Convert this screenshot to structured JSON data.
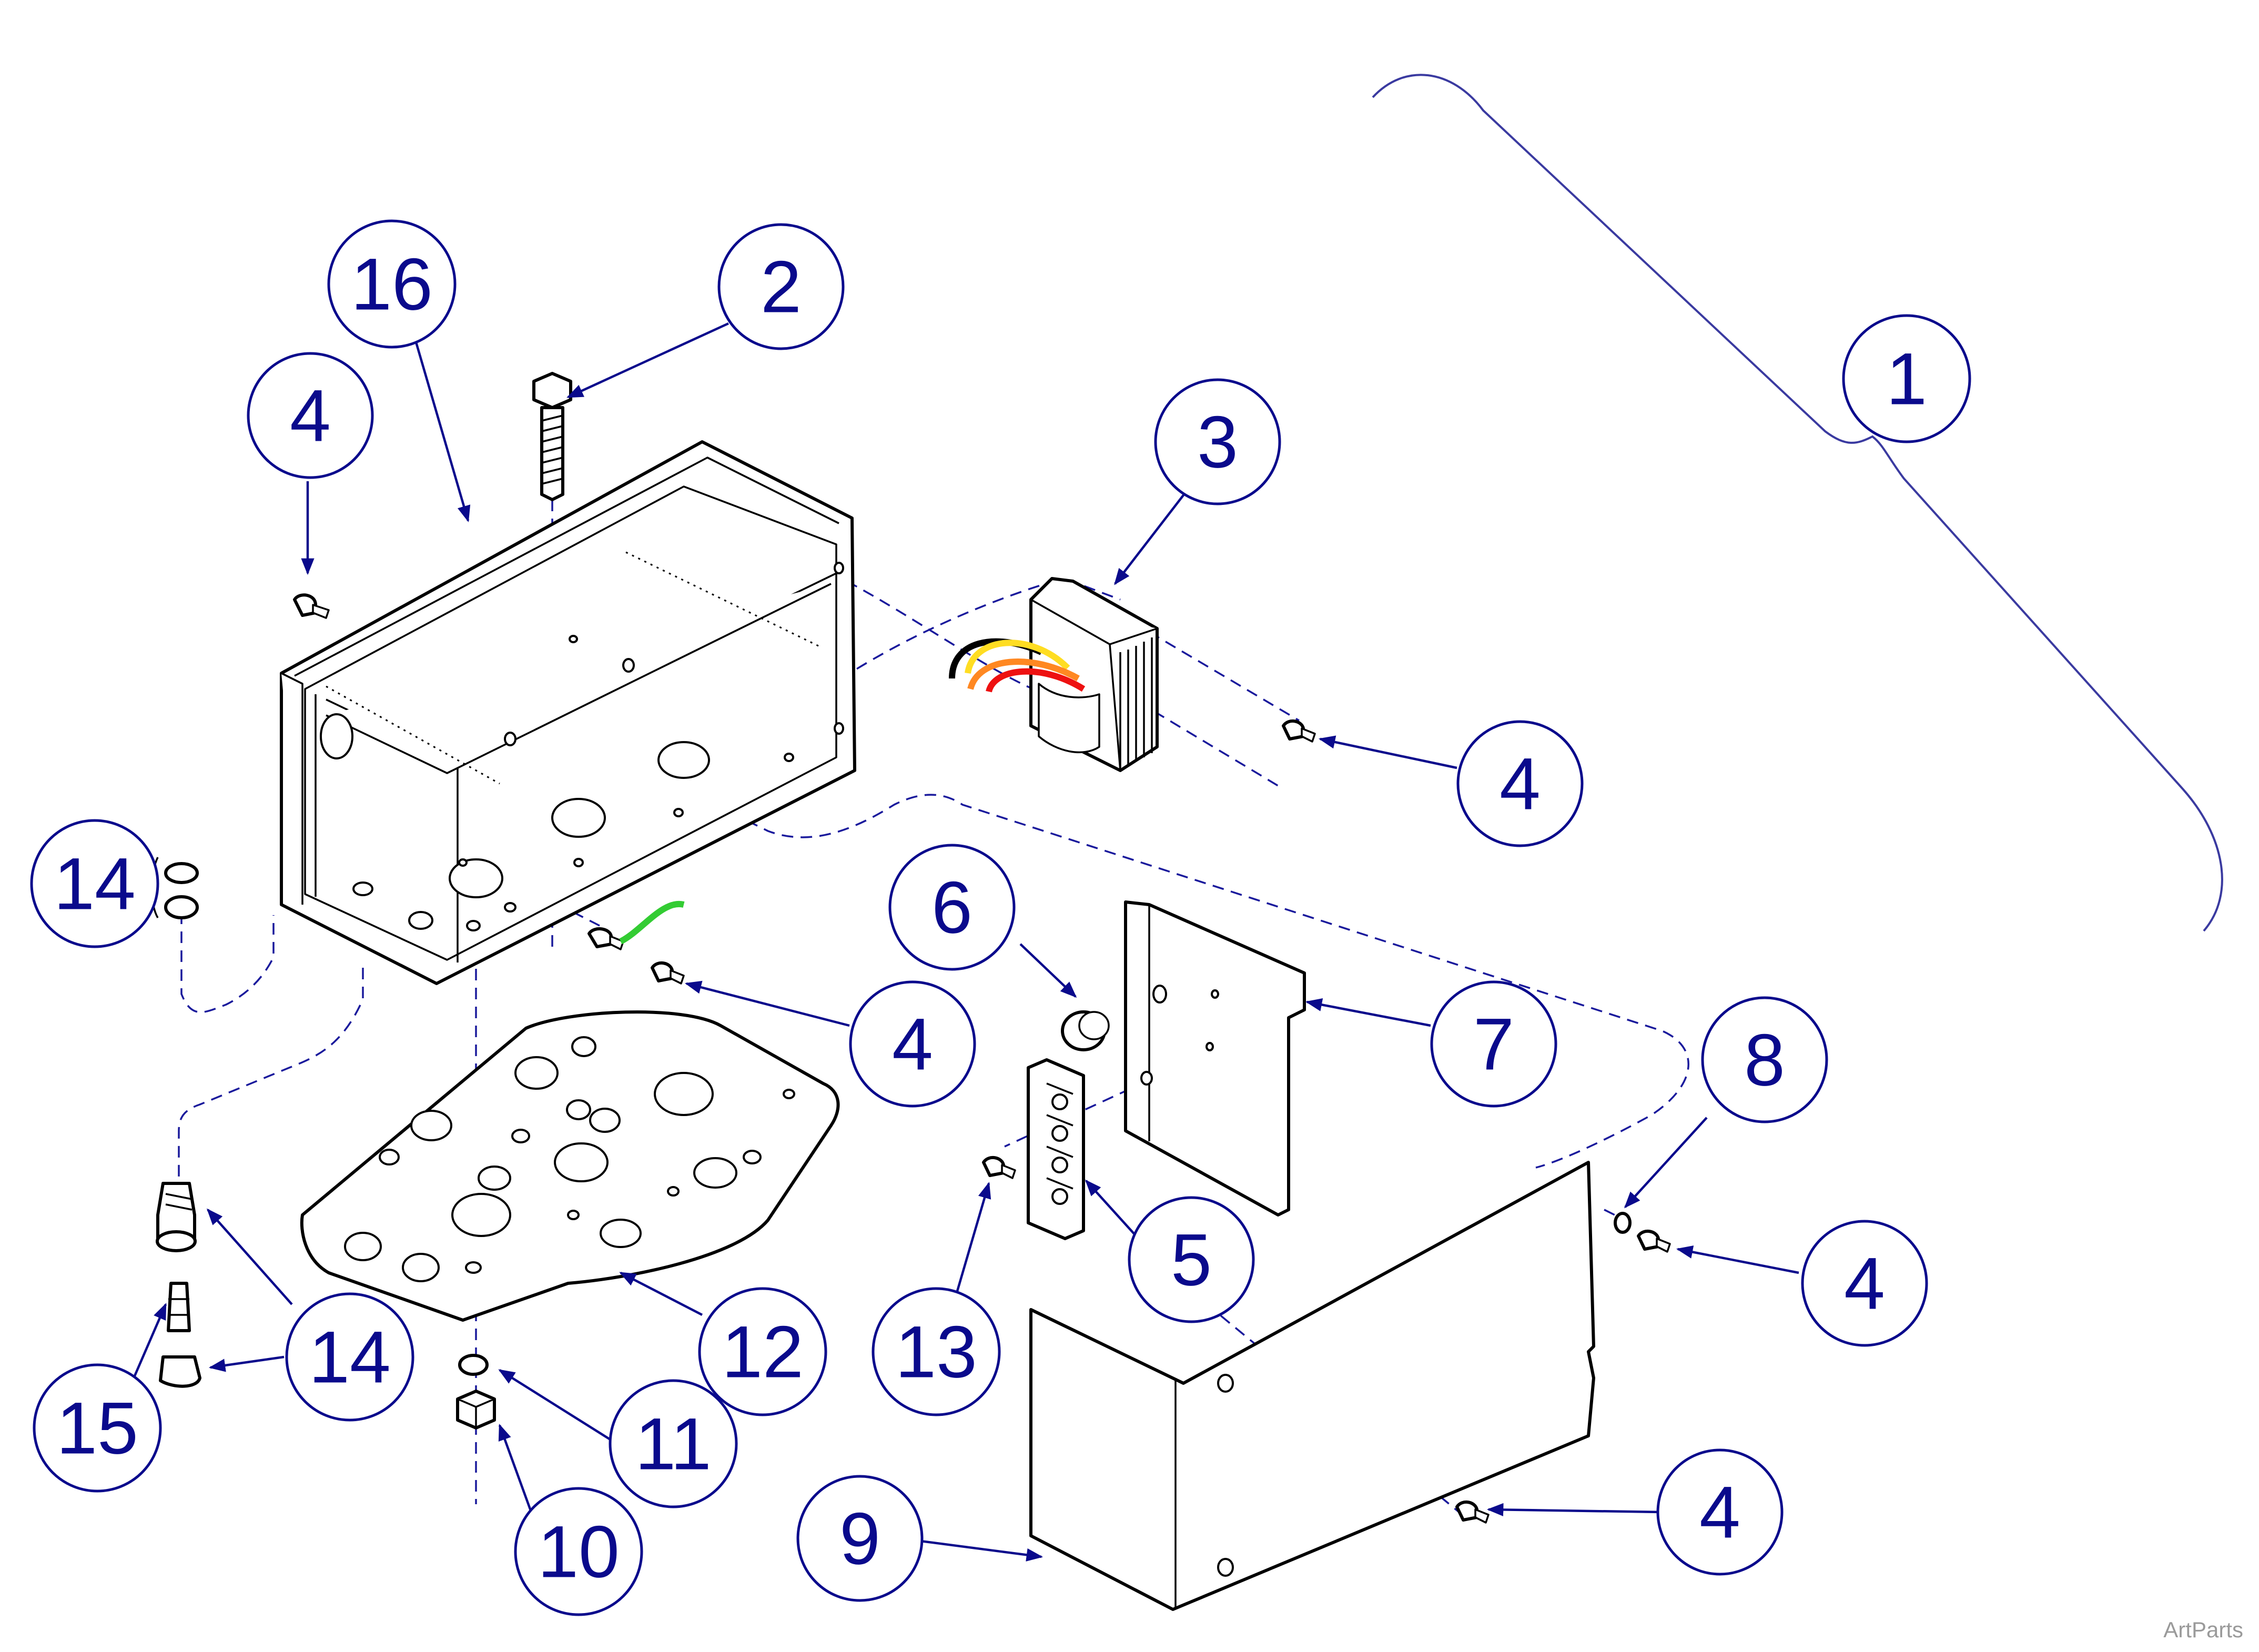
{
  "callouts": [
    {
      "id": "c1",
      "label": "1"
    },
    {
      "id": "c2",
      "label": "2"
    },
    {
      "id": "c3",
      "label": "3"
    },
    {
      "id": "c4a",
      "label": "4"
    },
    {
      "id": "c4b",
      "label": "4"
    },
    {
      "id": "c4c",
      "label": "4"
    },
    {
      "id": "c4d",
      "label": "4"
    },
    {
      "id": "c4e",
      "label": "4"
    },
    {
      "id": "c5",
      "label": "5"
    },
    {
      "id": "c6",
      "label": "6"
    },
    {
      "id": "c7",
      "label": "7"
    },
    {
      "id": "c8",
      "label": "8"
    },
    {
      "id": "c9",
      "label": "9"
    },
    {
      "id": "c10",
      "label": "10"
    },
    {
      "id": "c11",
      "label": "11"
    },
    {
      "id": "c12",
      "label": "12"
    },
    {
      "id": "c13",
      "label": "13"
    },
    {
      "id": "c14a",
      "label": "14"
    },
    {
      "id": "c14b",
      "label": "14"
    },
    {
      "id": "c15",
      "label": "15"
    },
    {
      "id": "c16",
      "label": "16"
    }
  ],
  "watermark": "ArtParts",
  "colors": {
    "callout": "#0a0a8c",
    "ground_wire": "#33cc33",
    "wire_red": "#ee1111",
    "wire_orange": "#ff8822",
    "wire_yellow": "#ffdd22",
    "wire_black": "#000000"
  }
}
